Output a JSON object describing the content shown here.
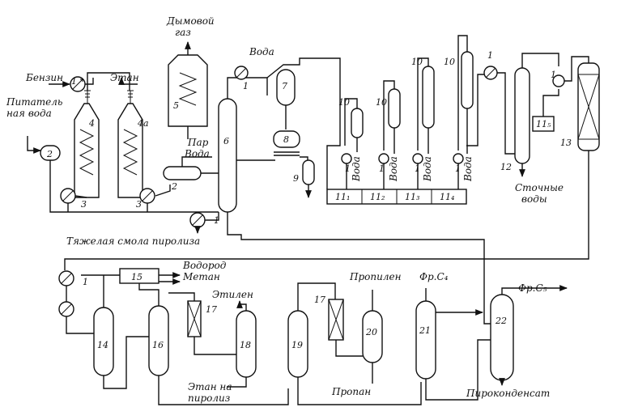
{
  "labels": {
    "flue_gas_1": "Дымовой",
    "flue_gas_2": "газ",
    "gasoline": "Бензин",
    "ethane_feed": "Этан",
    "feed_water_1": "Питатель",
    "feed_water_2": "ная вода",
    "steam": "Пар",
    "water_6": "Вода",
    "water_top": "Вода",
    "water_c1": "Вода",
    "water_c2": "Вода",
    "water_c3": "Вода",
    "water_c4": "Вода",
    "heavy_tar": "Тяжелая смола пиролиза",
    "waste_water_1": "Сточные",
    "waste_water_2": "воды",
    "hydrogen": "Водород",
    "methane": "Метан",
    "ethylene": "Этилен",
    "ethane_recycle_1": "Этан на",
    "ethane_recycle_2": "пиролиз",
    "propylene": "Пропилен",
    "propane": "Пропан",
    "fr_c4": "Фр.С₄",
    "fr_c5": "Фр.С₅",
    "pyrocondensate": "Пироконденсат"
  },
  "numbers": {
    "n1": "1",
    "n2": "2",
    "n3": "3",
    "n4": "4",
    "n4a": "4а",
    "n5": "5",
    "n6": "6",
    "n7": "7",
    "n8": "8",
    "n9": "9",
    "n10": "10",
    "n11_1": "11₁",
    "n11_2": "11₂",
    "n11_3": "11₃",
    "n11_4": "11₄",
    "n11_5": "11₅",
    "n12": "12",
    "n13": "13",
    "n14": "14",
    "n15": "15",
    "n16": "16",
    "n17": "17",
    "n18": "18",
    "n19": "19",
    "n20": "20",
    "n21": "21",
    "n22": "22"
  }
}
